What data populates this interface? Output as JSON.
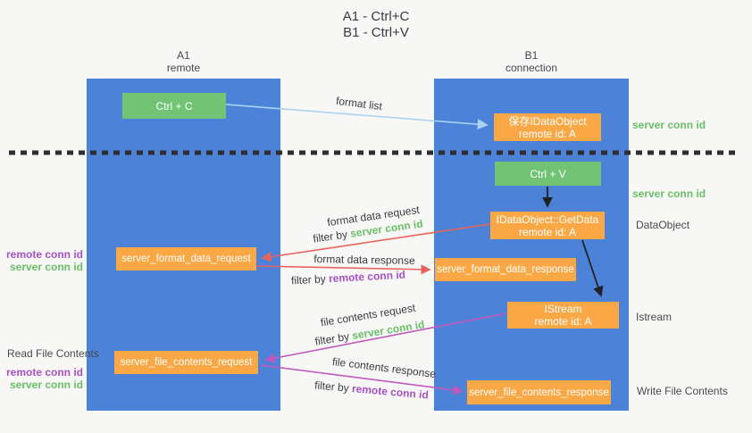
{
  "title": {
    "line1": "A1 - Ctrl+C",
    "line2": "B1 - Ctrl+V"
  },
  "lanes": {
    "left": {
      "title": "A1",
      "subtitle": "remote"
    },
    "right": {
      "title": "B1",
      "subtitle": "connection"
    }
  },
  "nodes": {
    "ctrl_c": {
      "label": "Ctrl + C"
    },
    "ctrl_v": {
      "label": "Ctrl + V"
    },
    "save_idataobject": {
      "line1": "保存IDataObject",
      "line2": "remote id: A"
    },
    "getdata": {
      "line1": "IDataObject::GetData",
      "line2": "remote id: A"
    },
    "istream": {
      "line1": "IStream",
      "line2": "remote id: A"
    },
    "format_request": {
      "label": "server_format_data_request"
    },
    "format_response": {
      "label": "server_format_data_response"
    },
    "file_request": {
      "label": "server_file_contents_request"
    },
    "file_response": {
      "label": "server_file_contents_response"
    }
  },
  "side_labels": {
    "server_conn_id_top": "server conn id",
    "server_conn_id_mid": "server conn id",
    "dataobject": "DataObject",
    "istream": "Istream",
    "write_file_contents": "Write File Contents",
    "read_file_contents": "Read File Contents",
    "pair1_remote": "remote conn id",
    "pair1_server": "server conn id",
    "pair2_remote": "remote conn id",
    "pair2_server": "server conn id"
  },
  "arrows": {
    "format_list": {
      "label": "format list"
    },
    "format_data_request": {
      "label": "format data request",
      "filter_prefix": "filter by ",
      "filter_key": "server conn id"
    },
    "format_data_response": {
      "label": "format data response",
      "filter_prefix": "filter by ",
      "filter_key": "remote conn id"
    },
    "file_contents_request": {
      "label": "file contents request",
      "filter_prefix": "filter by ",
      "filter_key": "server conn id"
    },
    "file_contents_response": {
      "label": "file contents response",
      "filter_prefix": "filter by ",
      "filter_key": "remote conn id"
    }
  },
  "colors": {
    "background": "#f7f7f5",
    "panel_blue": "#4d82d9",
    "box_green": "#72c374",
    "box_orange": "#f9a845",
    "arrow_lightblue": "#a9d3f2",
    "arrow_red": "#e8635c",
    "arrow_magenta": "#c159bd",
    "arrow_black": "#222222",
    "text_green": "#6abf69",
    "text_purple": "#a750c5",
    "text_gray": "#4a4a4a",
    "dotted_line": "#2e2e2e"
  }
}
